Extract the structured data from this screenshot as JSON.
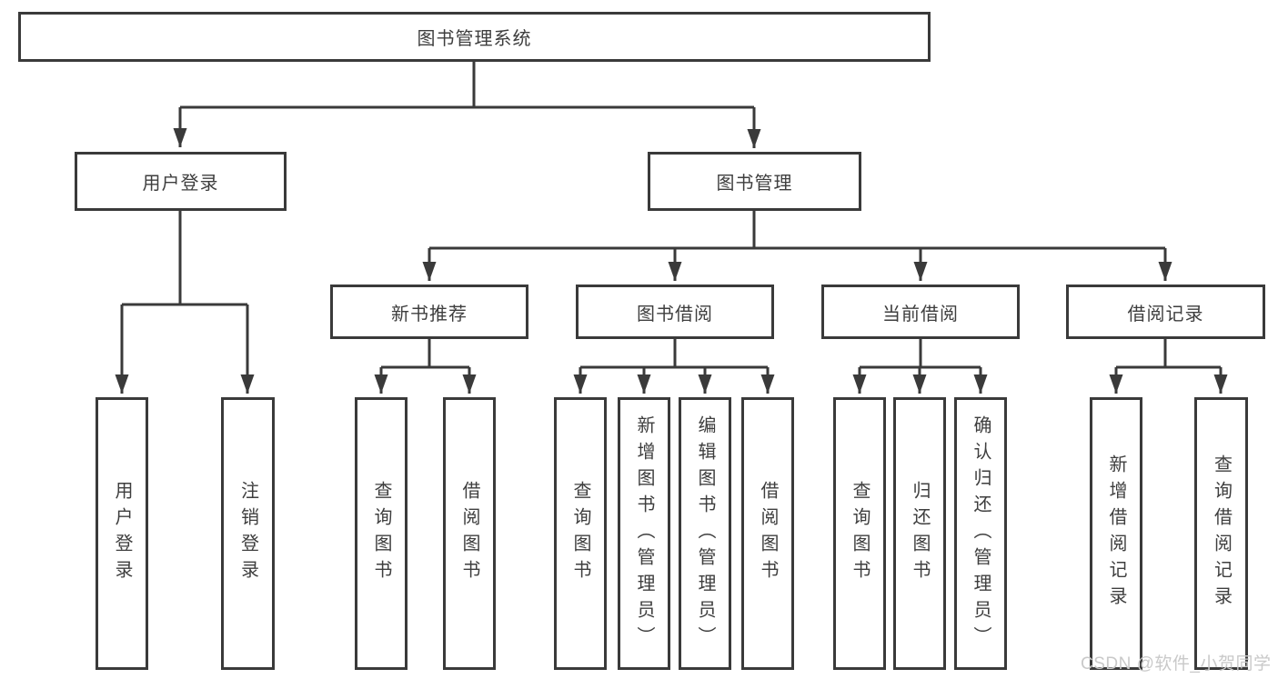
{
  "title": "图书管理系统",
  "colors": {
    "line": "#3a3a3a",
    "text": "#3e3e3e",
    "watermark_text": "#c9c9c9",
    "background": "#ffffff"
  },
  "tree": {
    "root": {
      "label": "图书管理系统"
    },
    "branches": [
      {
        "label": "用户登录",
        "children": [
          {
            "label": "用户登录"
          },
          {
            "label": "注销登录"
          }
        ]
      },
      {
        "label": "图书管理",
        "groups": [
          {
            "label": "新书推荐",
            "children": [
              {
                "label": "查询图书"
              },
              {
                "label": "借阅图书"
              }
            ]
          },
          {
            "label": "图书借阅",
            "children": [
              {
                "label": "查询图书"
              },
              {
                "label": "新增图书（管理员）"
              },
              {
                "label": "编辑图书（管理员）"
              },
              {
                "label": "借阅图书"
              }
            ]
          },
          {
            "label": "当前借阅",
            "children": [
              {
                "label": "查询图书"
              },
              {
                "label": "归还图书"
              },
              {
                "label": "确认归还（管理员）"
              }
            ]
          },
          {
            "label": "借阅记录",
            "children": [
              {
                "label": "新增借阅记录"
              },
              {
                "label": "查询借阅记录"
              }
            ]
          }
        ]
      }
    ]
  },
  "watermark": {
    "text": "CSDN @软件_小贺同学"
  }
}
